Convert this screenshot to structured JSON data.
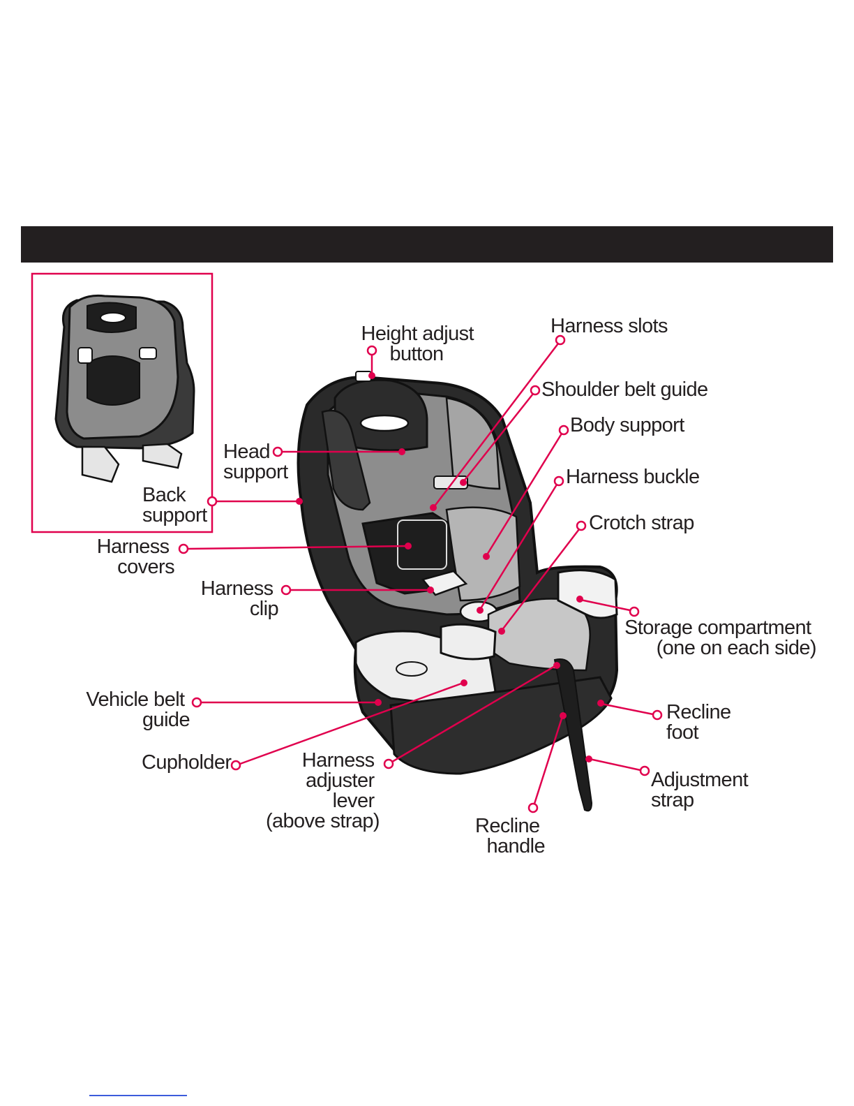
{
  "colors": {
    "accent": "#e0004d",
    "header": "#231f20",
    "ink": "#231f20"
  },
  "labels": {
    "height_adjust_button": [
      "Height adjust",
      "button"
    ],
    "harness_slots": [
      "Harness slots"
    ],
    "shoulder_belt_guide": [
      "Shoulder belt guide"
    ],
    "body_support": [
      "Body support"
    ],
    "harness_buckle": [
      "Harness buckle"
    ],
    "crotch_strap": [
      "Crotch strap"
    ],
    "head_support": [
      "Head",
      "support"
    ],
    "back_support": [
      "Back",
      "support"
    ],
    "harness_covers": [
      "Harness",
      "covers"
    ],
    "harness_clip": [
      "Harness",
      "clip"
    ],
    "storage_compartment": [
      "Storage compartment",
      "(one on each side)"
    ],
    "vehicle_belt_guide": [
      "Vehicle belt",
      "guide"
    ],
    "cupholder": [
      "Cupholder"
    ],
    "harness_adjuster_lever": [
      "Harness",
      "adjuster",
      "lever",
      "(above strap)"
    ],
    "recline_foot": [
      "Recline",
      "foot"
    ],
    "adjustment_strap": [
      "Adjustment",
      "strap"
    ],
    "recline_handle": [
      "Recline",
      "handle"
    ]
  }
}
